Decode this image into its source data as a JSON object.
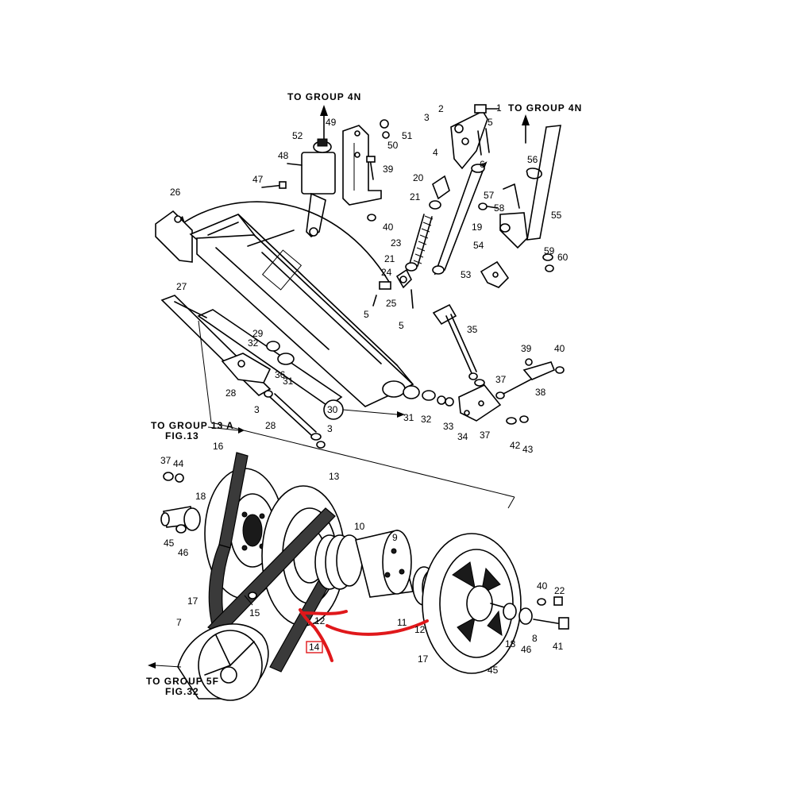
{
  "headings": {
    "top_left": "TO GROUP 4N",
    "top_right": "TO GROUP 4N",
    "mid_left_1": "TO GROUP 13 A",
    "mid_left_2": "FIG.13",
    "bottom_left_1": "TO GROUP 5F",
    "bottom_left_2": "FIG.32"
  },
  "part_numbers": {
    "p1": "1",
    "p2": "2",
    "p3": "3",
    "p4": "4",
    "p5": "5",
    "p6": "6",
    "p20": "20",
    "p21": "21",
    "p23": "23",
    "p21b": "21",
    "p24": "24",
    "p25": "25",
    "p5b": "5",
    "p5c": "5",
    "p19": "19",
    "p47": "47",
    "p48": "48",
    "p52": "52",
    "p49": "49",
    "p50": "50",
    "p51": "51",
    "p39": "39",
    "p40": "40",
    "p26": "26",
    "p27": "27",
    "p56": "56",
    "p57": "57",
    "p58": "58",
    "p55": "55",
    "p54": "54",
    "p59": "59",
    "p60": "60",
    "p53": "53",
    "p29": "29",
    "p32": "32",
    "p36": "36",
    "p31": "31",
    "p28": "28",
    "p3b": "3",
    "p30": "30",
    "p31b": "31",
    "p32b": "32",
    "p33": "33",
    "p34": "34",
    "p37": "37",
    "p37b": "37",
    "p35": "35",
    "p38": "38",
    "p39b": "39",
    "p40b": "40",
    "p42": "42",
    "p43": "43",
    "p28b": "28",
    "p3c": "3",
    "p16": "16",
    "p13": "13",
    "p37c": "37",
    "p44": "44",
    "p18": "18",
    "p45": "45",
    "p46": "46",
    "p17": "17",
    "p15": "15",
    "p10": "10",
    "p9": "9",
    "p7": "7",
    "p12": "12",
    "p11": "11",
    "p12b": "12",
    "p14": "14",
    "p17b": "17",
    "p45b": "45",
    "p18b": "18",
    "p46b": "46",
    "p8": "8",
    "p40c": "40",
    "p22": "22",
    "p41": "41"
  },
  "colors": {
    "annotation": "#e0181b",
    "ink": "#000000"
  }
}
